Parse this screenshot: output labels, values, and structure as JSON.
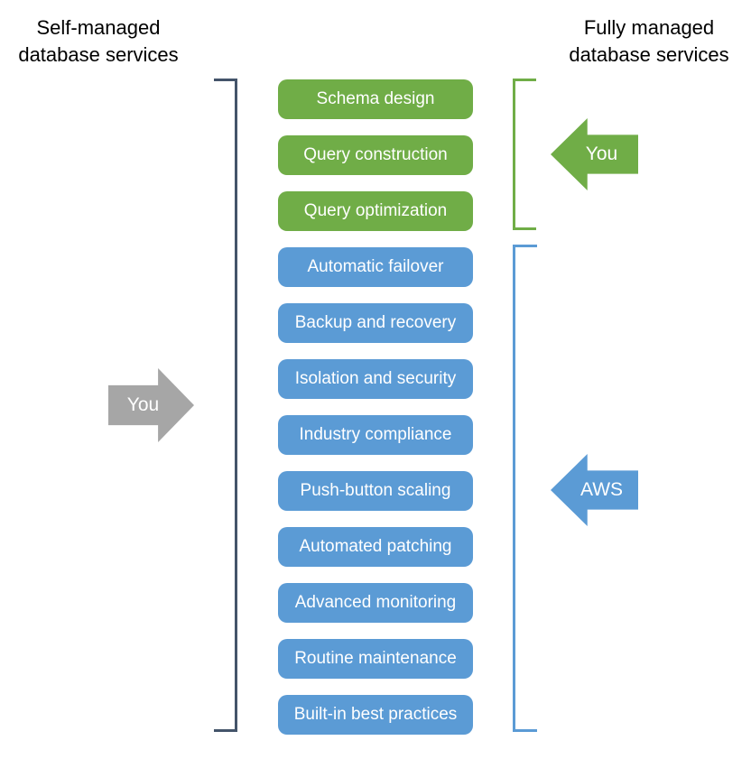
{
  "titles": {
    "left": "Self-managed\ndatabase services",
    "right": "Fully managed\ndatabase services"
  },
  "customer_tasks": [
    "Schema design",
    "Query construction",
    "Query optimization"
  ],
  "aws_tasks": [
    "Automatic failover",
    "Backup and recovery",
    "Isolation and security",
    "Industry compliance",
    "Push-button scaling",
    "Automated patching",
    "Advanced monitoring",
    "Routine maintenance",
    "Built-in best practices"
  ],
  "arrows": {
    "self_you": "You",
    "fully_you": "You",
    "fully_aws": "AWS"
  },
  "colors": {
    "green": "#70AD47",
    "blue": "#5B9BD5",
    "gray": "#A6A6A6",
    "dark": "#44546A",
    "text-on-shape": "#FFFFFF",
    "title-color": "#000000"
  }
}
